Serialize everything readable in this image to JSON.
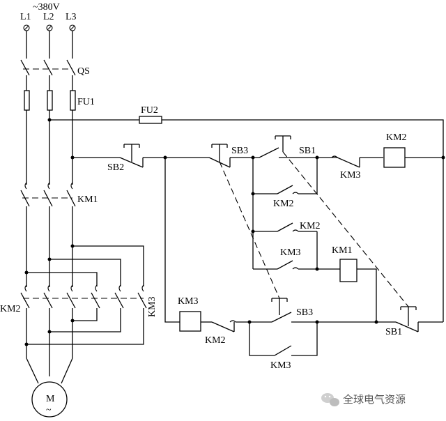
{
  "supply": {
    "voltage": "~380V",
    "phases": [
      "L1",
      "L2",
      "L3"
    ]
  },
  "power": {
    "switch": "QS",
    "fuse": "FU1",
    "contactor_km1": "KM1",
    "contactor_km2": "KM2",
    "contactor_km3": "KM3",
    "motor": "M",
    "motor_sub": "~"
  },
  "control": {
    "fuse": "FU2",
    "sb1_top": "SB1",
    "sb1_bottom": "SB1",
    "sb2": "SB2",
    "sb3_top": "SB3",
    "sb3_bottom": "SB3",
    "coil_km2": "KM2",
    "coil_km1": "KM1",
    "coil_km3": "KM3",
    "km3_interlock_top": "KM3",
    "km2_holding": "KM2",
    "km2_aux": "KM2",
    "km3_aux": "KM3",
    "km2_interlock_bottom": "KM2",
    "km3_holding_bottom": "KM3"
  },
  "watermark": {
    "text": "全球电气资源",
    "icon": "wechat-icon"
  }
}
